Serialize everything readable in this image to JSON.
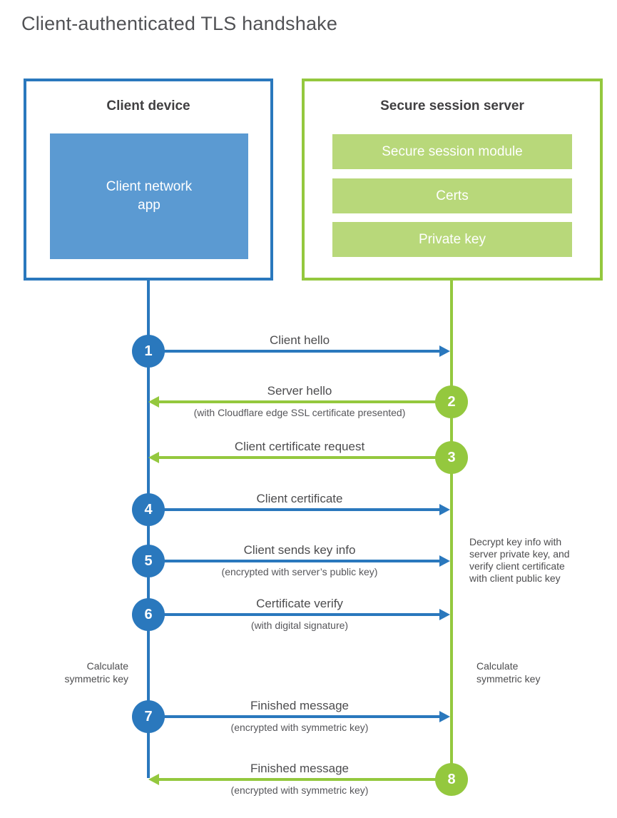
{
  "title": "Client-authenticated TLS handshake",
  "colors": {
    "blue_strong": "#2a78bd",
    "blue_light": "#5b9ad2",
    "green_strong": "#94c83e",
    "green_light": "#b8d87a",
    "text_dark": "#414042",
    "text_label": "#4c4c4e"
  },
  "client_box": {
    "title": "Client device",
    "app_label": "Client network app"
  },
  "server_box": {
    "title": "Secure session server",
    "modules": [
      "Secure session module",
      "Certs",
      "Private key"
    ]
  },
  "messages": [
    {
      "num": "1",
      "label": "Client hello",
      "direction": "client-to-server"
    },
    {
      "num": "2",
      "label": "Server hello",
      "sub": "(with Cloudflare edge SSL certificate presented)",
      "direction": "server-to-client"
    },
    {
      "num": "3",
      "label": "Client certificate request",
      "direction": "server-to-client"
    },
    {
      "num": "4",
      "label": "Client certificate",
      "direction": "client-to-server"
    },
    {
      "num": "5",
      "label": "Client sends key info",
      "sub": "(encrypted with server’s public key)",
      "direction": "client-to-server"
    },
    {
      "num": "6",
      "label": "Certificate verify",
      "sub": "(with digital signature)",
      "direction": "client-to-server"
    },
    {
      "num": "7",
      "label": "Finished message",
      "sub": "(encrypted with symmetric key)",
      "direction": "client-to-server"
    },
    {
      "num": "8",
      "label": "Finished message",
      "sub": "(encrypted with symmetric key)",
      "direction": "server-to-client"
    }
  ],
  "notes": {
    "decrypt": "Decrypt key info with server private key, and verify client certificate with client public key",
    "calc_left": "Calculate symmetric key",
    "calc_right": "Calculate symmetric key"
  }
}
